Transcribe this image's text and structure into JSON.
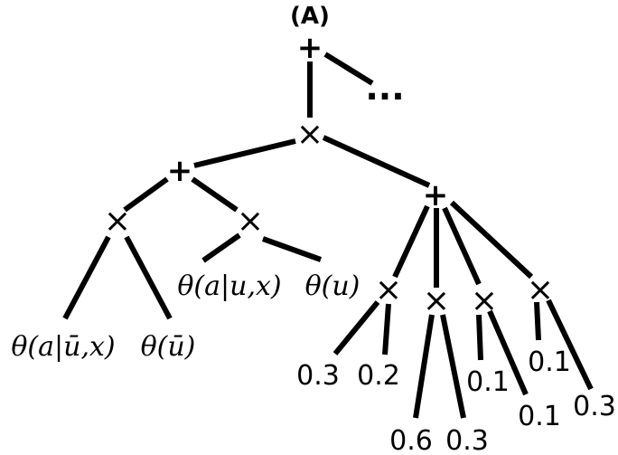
{
  "title": "(A)",
  "ellipsis": "...",
  "operators": {
    "plus": "+",
    "times": "×"
  },
  "leaves": {
    "theta_a_given_ubar_x": "θ(a|ū,x)",
    "theta_ubar": "θ(ū)",
    "theta_a_given_u_x": "θ(a|u,x)",
    "theta_u": "θ(u)",
    "v1": "0.3",
    "v2": "0.2",
    "v3": "0.6",
    "v4": "0.3",
    "v5": "0.1",
    "v6": "0.1",
    "v7": "0.1",
    "v8": "0.3"
  }
}
